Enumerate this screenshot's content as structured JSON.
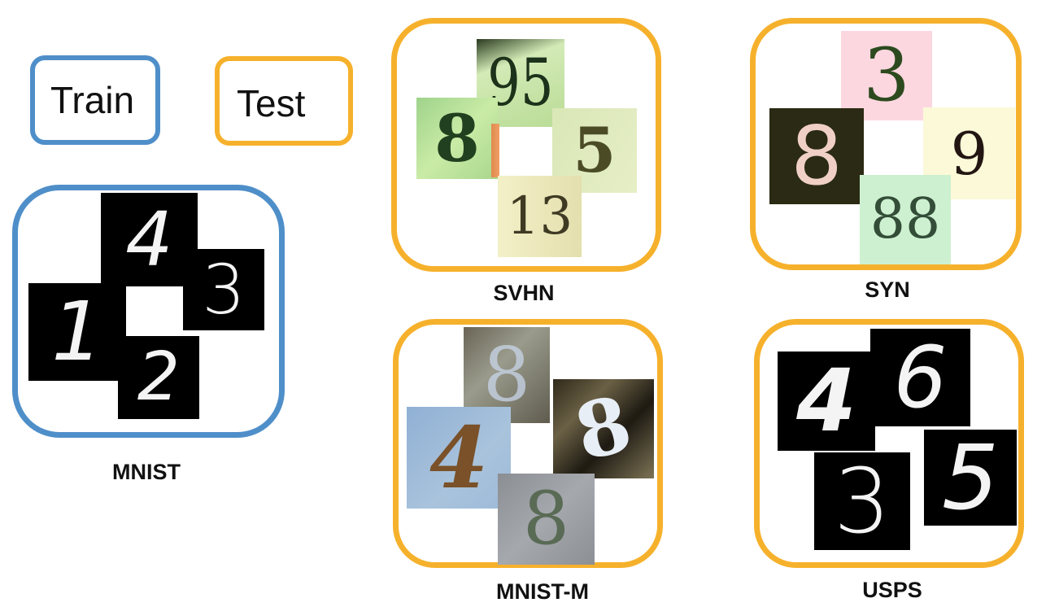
{
  "legend": {
    "train_label": "Train",
    "test_label": "Test",
    "train_color": "#4f8fc9",
    "test_color": "#f6b12c"
  },
  "datasets": {
    "mnist": {
      "caption": "MNIST",
      "role": "train",
      "digits": [
        "4",
        "3",
        "1",
        "2"
      ]
    },
    "svhn": {
      "caption": "SVHN",
      "role": "test",
      "digits": [
        "95",
        "8",
        "5",
        "13"
      ]
    },
    "syn": {
      "caption": "SYN",
      "role": "test",
      "digits": [
        "3",
        "8",
        "9",
        "88"
      ]
    },
    "mnist_m": {
      "caption": "MNIST-M",
      "role": "test",
      "digits": [
        "8",
        "8",
        "4",
        "8"
      ]
    },
    "usps": {
      "caption": "USPS",
      "role": "test",
      "digits": [
        "4",
        "6",
        "3",
        "5"
      ]
    }
  }
}
